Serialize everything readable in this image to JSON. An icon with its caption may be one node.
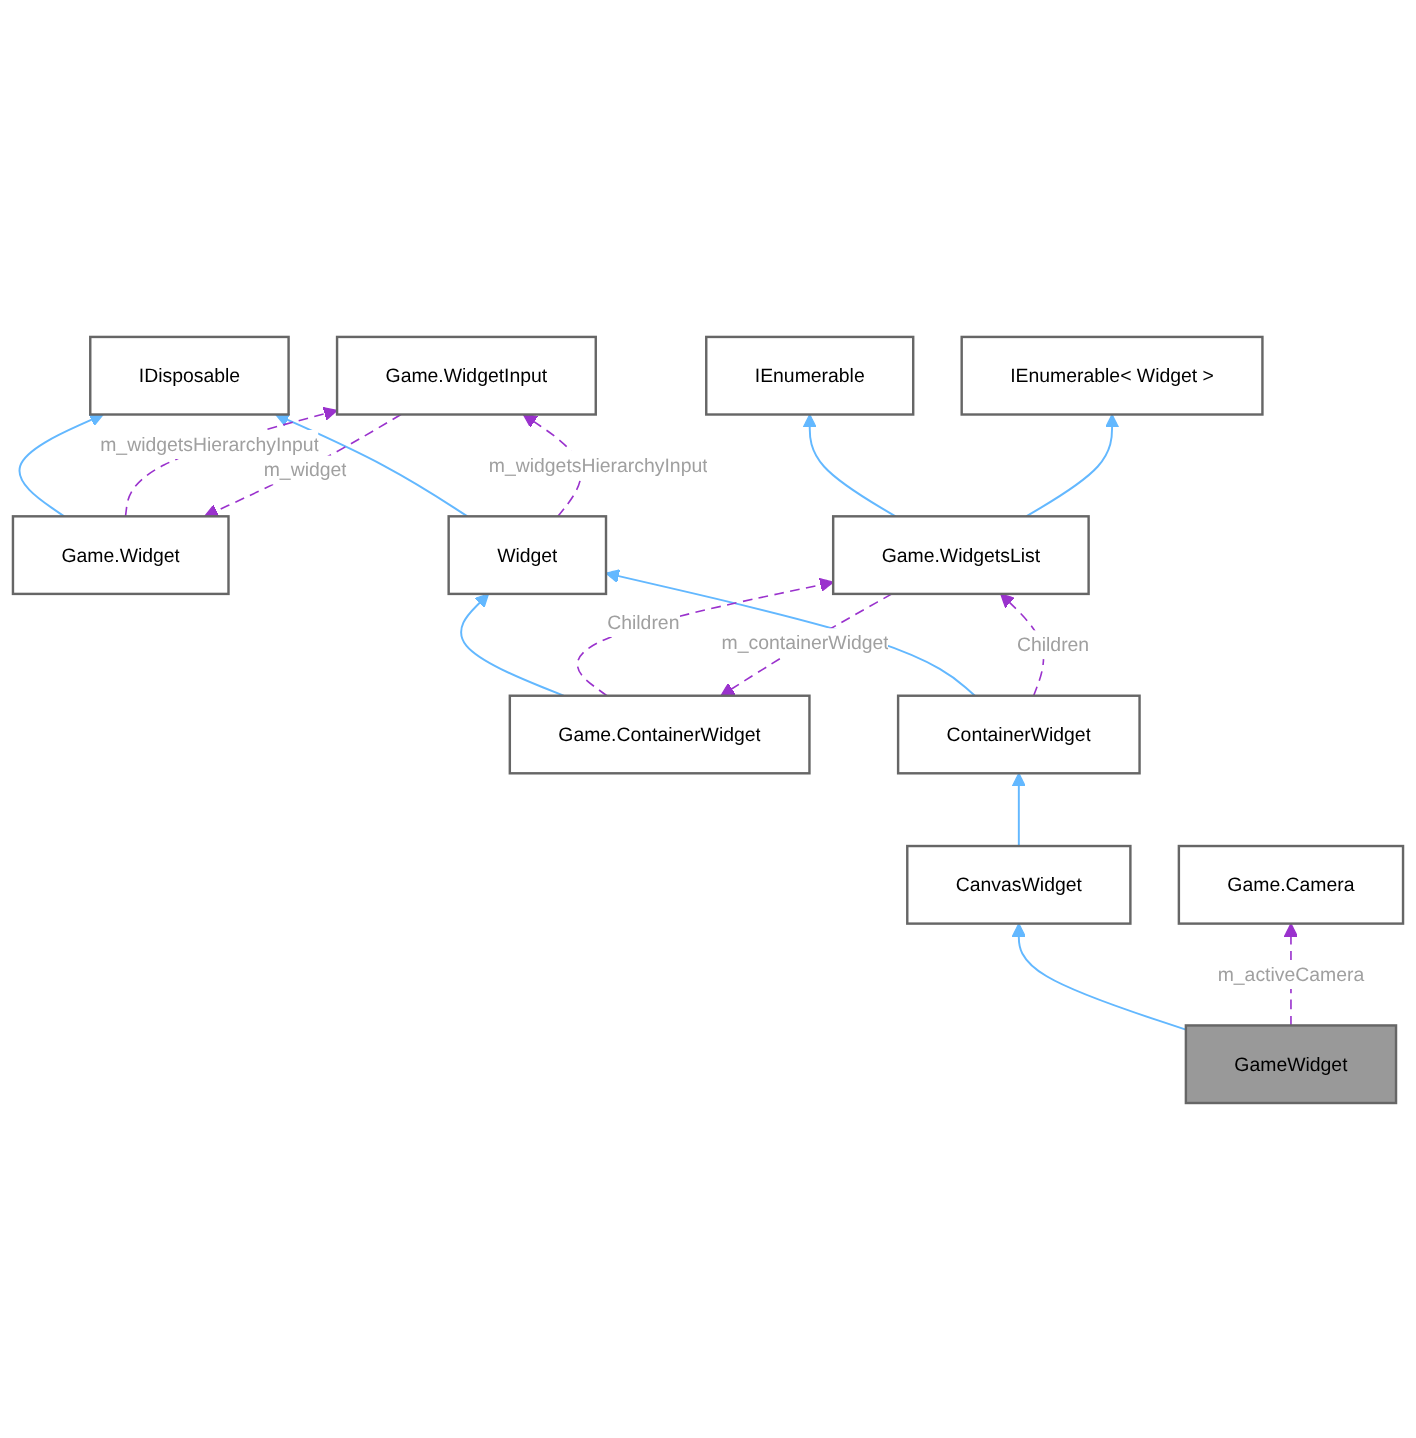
{
  "diagram": {
    "nodes": [
      {
        "text": [
          "IDisposable"
        ]
      },
      {
        "text": [
          "Game.Widget"
        ]
      },
      {
        "text": [
          "Game.WidgetInput"
        ]
      },
      {
        "text": [
          "Widget"
        ]
      },
      {
        "text": [
          "IEnumerable"
        ]
      },
      {
        "text": [
          "IEnumerable< Widget >"
        ]
      },
      {
        "text": [
          "Game.ContainerWidget"
        ]
      },
      {
        "text": [
          "Game.WidgetsList"
        ]
      },
      {
        "text": [
          "ContainerWidget"
        ]
      },
      {
        "text": [
          "CanvasWidget"
        ]
      },
      {
        "text": [
          "Game.Camera"
        ]
      },
      {
        "text": [
          "GameWidget"
        ]
      }
    ],
    "edges": [
      {
        "from": 1,
        "to": 0,
        "arrow": "to"
      },
      {
        "from": 3,
        "to": 0,
        "arrow": "to"
      },
      {
        "from": 2,
        "to": 1,
        "arrow": "to",
        "label": "m_widget",
        "style": "dashed",
        "color": "#9a32cd"
      },
      {
        "from": 1,
        "to": 2,
        "arrow": "to",
        "label": "m_widgetsHierarchyInput",
        "style": "dashed",
        "color": "#9a32cd"
      },
      {
        "from": 3,
        "to": 2,
        "arrow": "to",
        "label": "m_widgetsHierarchyInput",
        "style": "dashed",
        "color": "#9a32cd"
      },
      {
        "from": 6,
        "to": 3,
        "arrow": "to"
      },
      {
        "from": 8,
        "to": 3,
        "arrow": "to"
      },
      {
        "from": 7,
        "to": 4,
        "arrow": "to"
      },
      {
        "from": 7,
        "to": 5,
        "arrow": "to"
      },
      {
        "from": 6,
        "to": 7,
        "arrow": "to",
        "label": "Children",
        "style": "dashed",
        "color": "#9a32cd"
      },
      {
        "from": 7,
        "to": 6,
        "arrow": "to",
        "label": "m_containerWidget",
        "style": "dashed",
        "color": "#9a32cd"
      },
      {
        "from": 8,
        "to": 7,
        "arrow": "to",
        "label": "Children",
        "style": "dashed",
        "color": "#9a32cd"
      },
      {
        "from": 9,
        "to": 8,
        "arrow": "to"
      },
      {
        "from": 11,
        "to": 9,
        "arrow": "to"
      },
      {
        "from": 11,
        "to": 10,
        "arrow": "to",
        "label": "m_activeCamera",
        "style": "dashed",
        "color": "#9a32cd"
      }
    ]
  }
}
